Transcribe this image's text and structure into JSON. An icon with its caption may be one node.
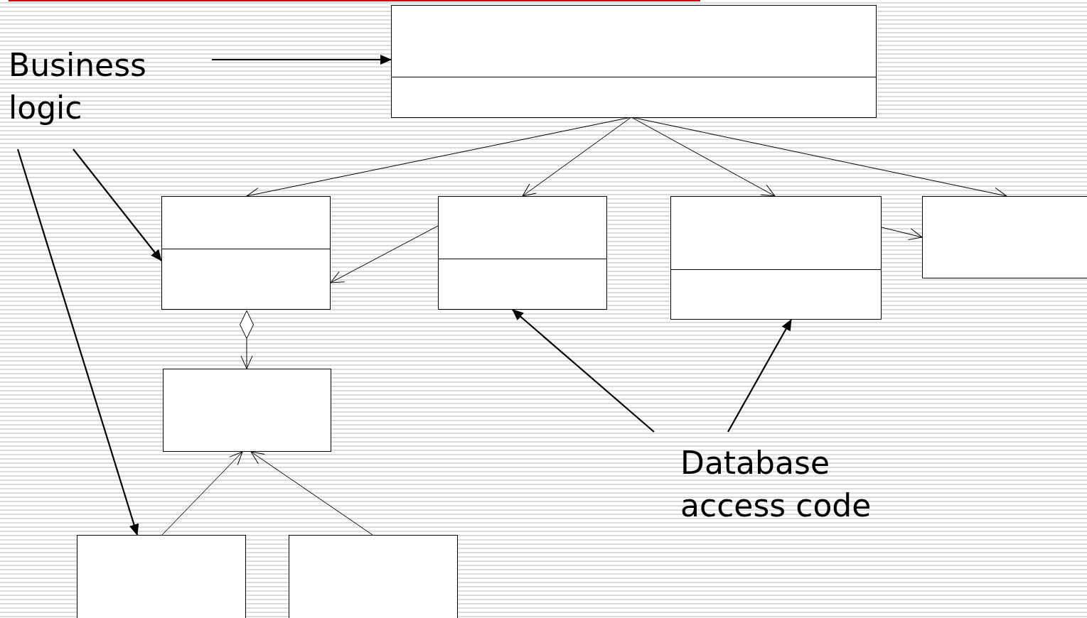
{
  "diagram": {
    "nodes": [
      {
        "text": [],
        "shape": "box"
      },
      {
        "text": [],
        "shape": "box"
      },
      {
        "text": [],
        "shape": "box"
      },
      {
        "text": [],
        "shape": "box"
      },
      {
        "text": [],
        "shape": "box"
      },
      {
        "text": [],
        "shape": "box"
      },
      {
        "text": [],
        "shape": "box"
      },
      {
        "text": [],
        "shape": "box"
      },
      {
        "text": [
          "Business logic"
        ]
      },
      {
        "text": [
          "Database access code"
        ]
      },
      {
        "text": [],
        "shape": "diamond"
      }
    ],
    "edges": [
      {
        "from": 0,
        "to": 1,
        "arrow": "to"
      },
      {
        "from": 0,
        "to": 2,
        "arrow": "to"
      },
      {
        "from": 0,
        "to": 3,
        "arrow": "to"
      },
      {
        "from": 0,
        "to": 4,
        "arrow": "to"
      },
      {
        "from": 2,
        "to": 1,
        "arrow": "to"
      },
      {
        "from": 3,
        "to": 4,
        "arrow": "to"
      },
      {
        "from": 10,
        "to": 5,
        "arrow": "to"
      },
      {
        "from": 6,
        "to": 5,
        "arrow": "to"
      },
      {
        "from": 7,
        "to": 5,
        "arrow": "to"
      },
      {
        "from": 8,
        "to": 0,
        "arrow": "to"
      },
      {
        "from": 8,
        "to": 1,
        "arrow": "to"
      },
      {
        "from": 8,
        "to": 6,
        "arrow": "to"
      },
      {
        "from": 9,
        "to": 2,
        "arrow": "to"
      },
      {
        "from": 9,
        "to": 3,
        "arrow": "to"
      }
    ]
  }
}
